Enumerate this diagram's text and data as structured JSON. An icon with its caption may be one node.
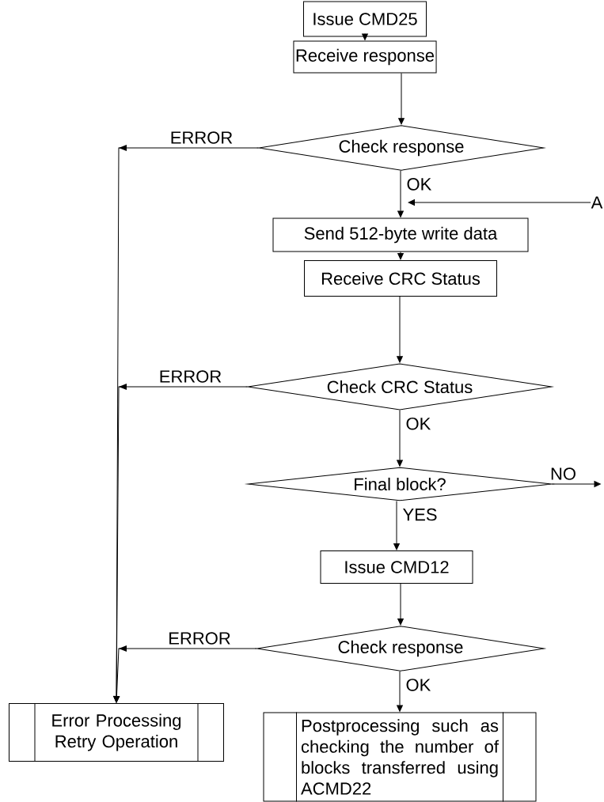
{
  "diagram": {
    "nodes": [
      {
        "text": [
          "Issue CMD25"
        ]
      },
      {
        "text": [
          "Receive response"
        ]
      },
      {
        "text": [
          "Check response"
        ]
      },
      {
        "text": [
          "Send 512-byte write data"
        ]
      },
      {
        "text": [
          "Receive CRC Status"
        ]
      },
      {
        "text": [
          "Check CRC Status"
        ]
      },
      {
        "text": [
          "Final block?"
        ]
      },
      {
        "text": [
          "Issue CMD12"
        ]
      },
      {
        "text": [
          "Check response"
        ]
      },
      {
        "text": [
          "Error Processing Retry Operation"
        ]
      },
      {
        "text": [
          "Postprocessing such as checking the number of blocks transferred using ACMD22"
        ]
      },
      {
        "text": [
          "A"
        ]
      }
    ],
    "edges": [
      {
        "from": 0,
        "to": 1,
        "arrow": "to"
      },
      {
        "from": 1,
        "to": 2,
        "arrow": "to"
      },
      {
        "from": 2,
        "to": 3,
        "arrow": "to",
        "label": "OK"
      },
      {
        "from": 11,
        "to": null,
        "arrow": "to"
      },
      {
        "from": 3,
        "to": 4,
        "arrow": "to"
      },
      {
        "from": 4,
        "to": 5,
        "arrow": "to"
      },
      {
        "from": 5,
        "to": 6,
        "arrow": "to",
        "label": "OK"
      },
      {
        "from": 6,
        "to": null,
        "arrow": "to",
        "label": "NO"
      },
      {
        "from": 6,
        "to": 7,
        "arrow": "to",
        "label": "YES"
      },
      {
        "from": 7,
        "to": 8,
        "arrow": "to"
      },
      {
        "from": 8,
        "to": 10,
        "arrow": "to",
        "label": "OK"
      },
      {
        "from": 2,
        "to": 9,
        "arrow": "to",
        "label": "ERROR"
      },
      {
        "from": 5,
        "to": 9,
        "arrow": "to",
        "label": "ERROR"
      },
      {
        "from": 8,
        "to": 9,
        "arrow": "to",
        "label": "ERROR"
      }
    ]
  }
}
